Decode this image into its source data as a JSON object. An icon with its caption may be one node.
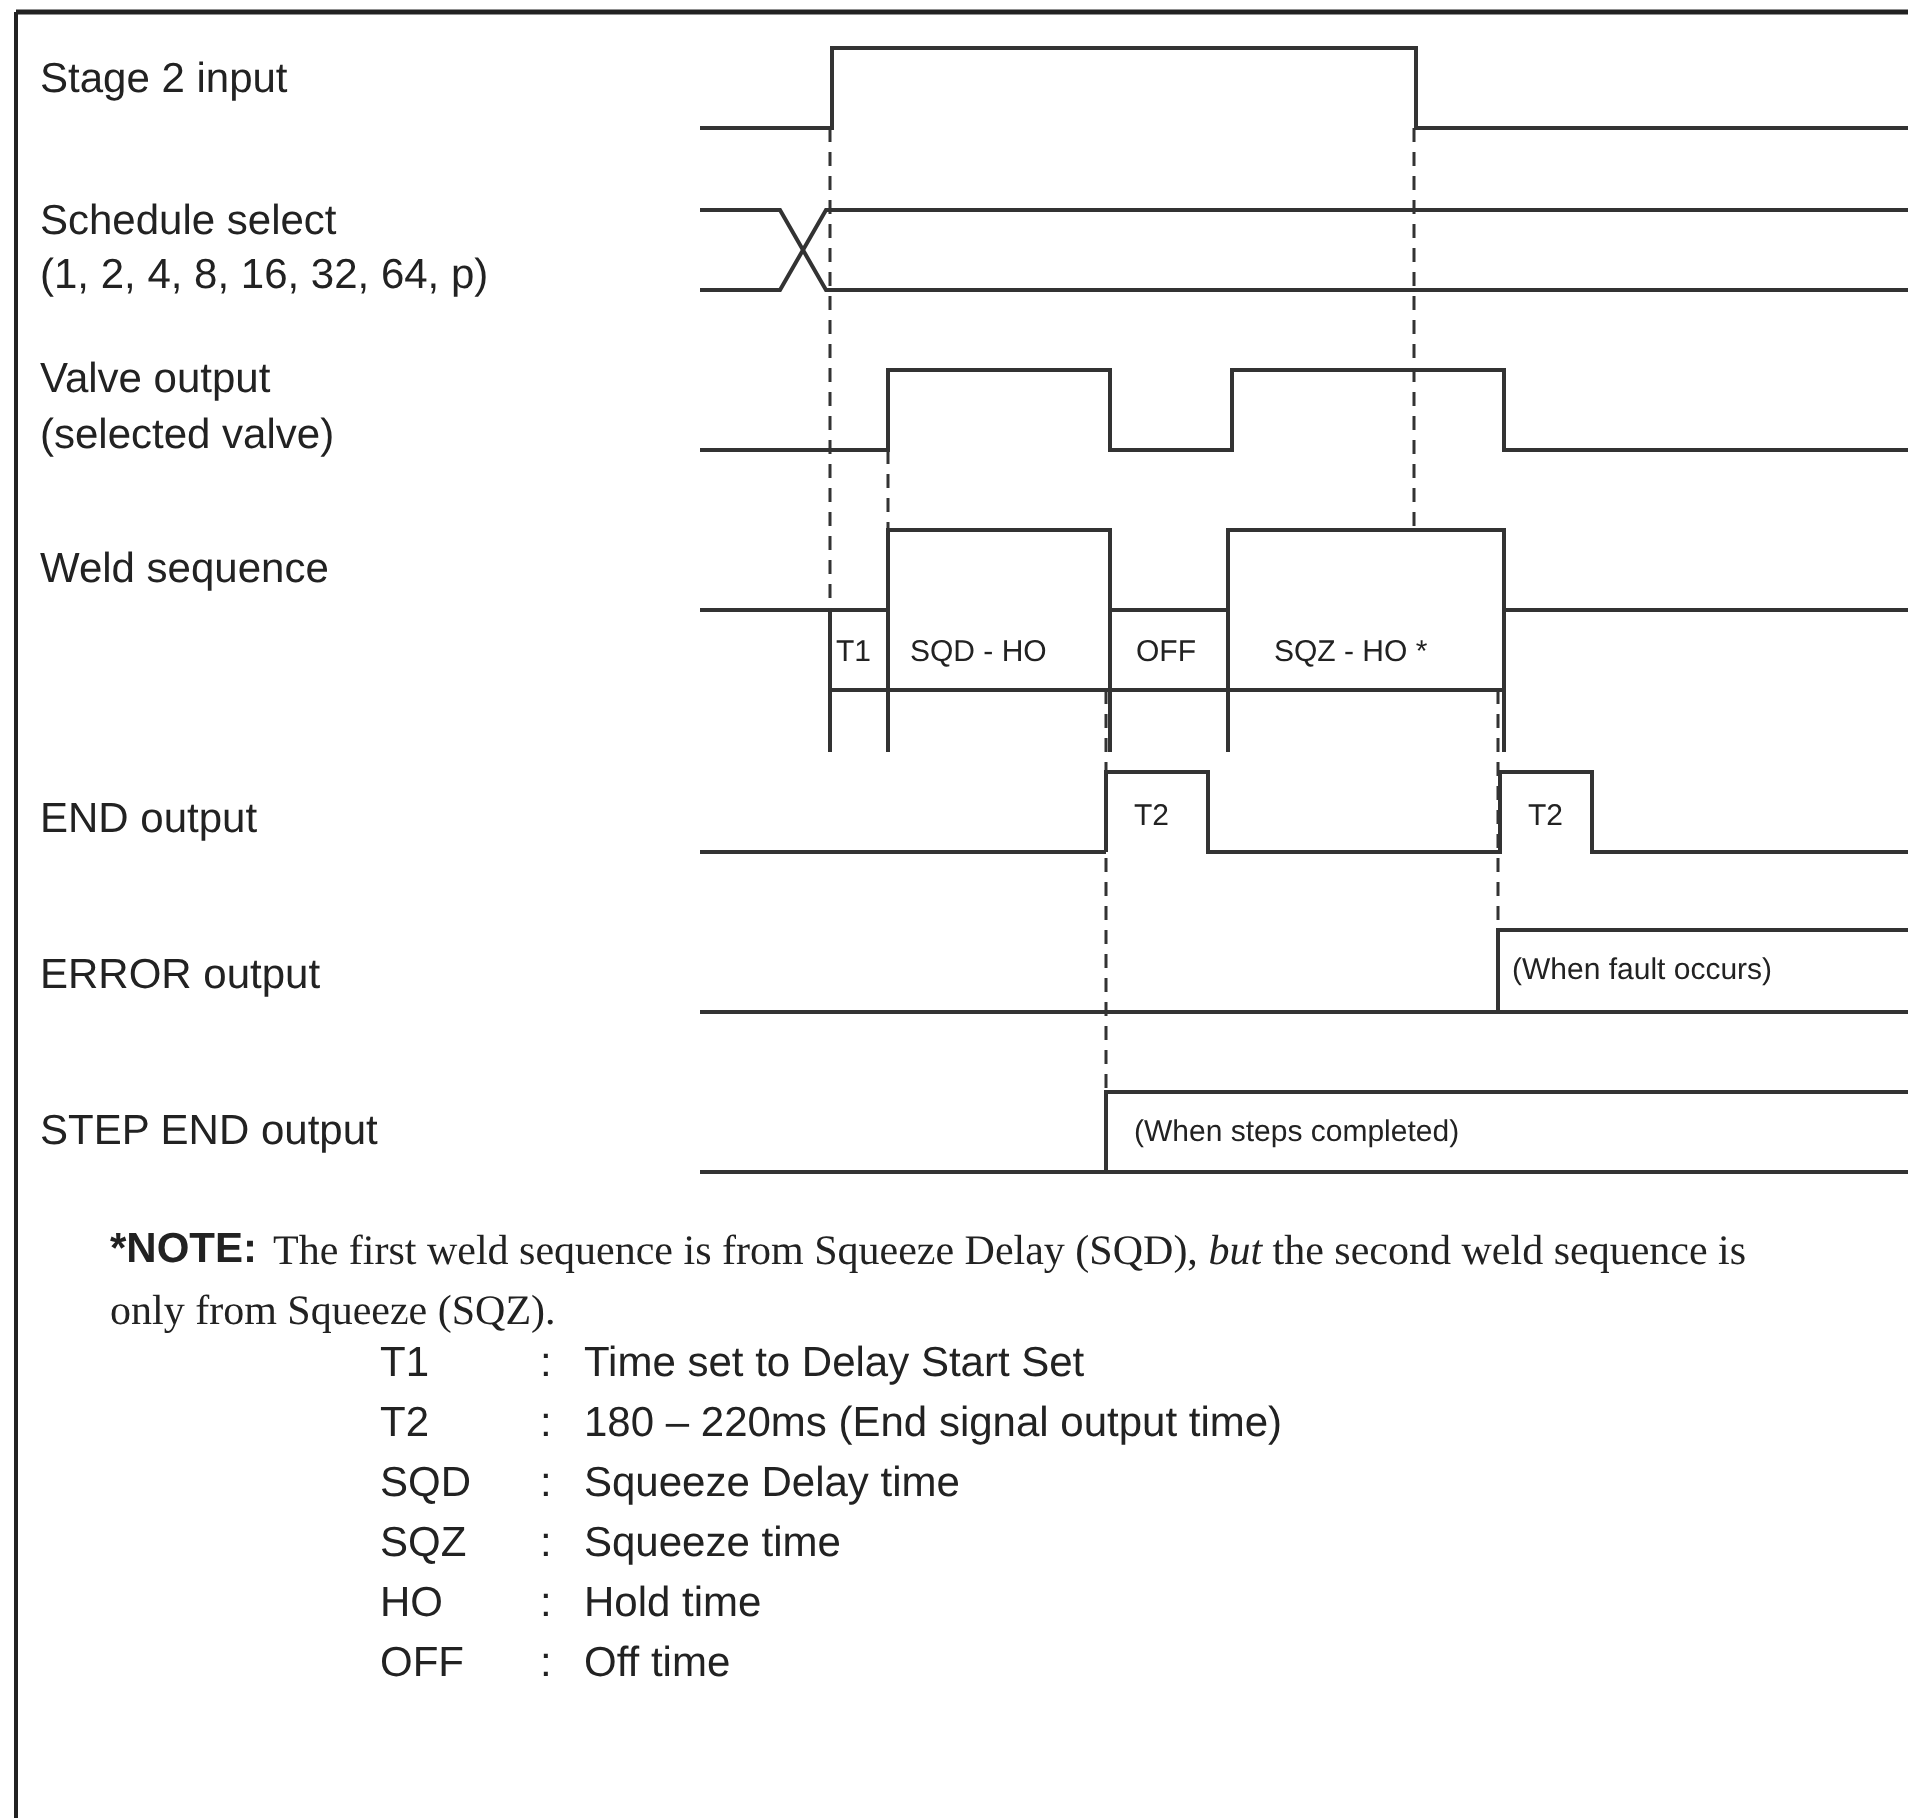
{
  "diagram": {
    "labels": [
      "Stage 2 input",
      "Schedule select",
      "(1, 2, 4, 8, 16, 32, 64, p)",
      "Valve output",
      "(selected valve)",
      "Weld sequence",
      "T1",
      "SQD - HO",
      "OFF",
      "SQZ - HO *",
      "END output",
      "T2",
      "T2",
      "ERROR output",
      "(When fault occurs)",
      "STEP END output",
      "(When steps completed)",
      "*NOTE:",
      "The first weld sequence is from Squeeze Delay (SQD), *but* the second weld sequence is only from Squeeze (SQZ).",
      "T1",
      ":",
      "Time set to Delay Start Set",
      "T2",
      ":",
      "180 – 220ms (End signal output time)",
      "SQD",
      ":",
      "Squeeze Delay time",
      "SQZ",
      ":",
      "Squeeze time",
      "HO",
      ":",
      "Hold time",
      "OFF",
      ":",
      "Off time"
    ]
  }
}
